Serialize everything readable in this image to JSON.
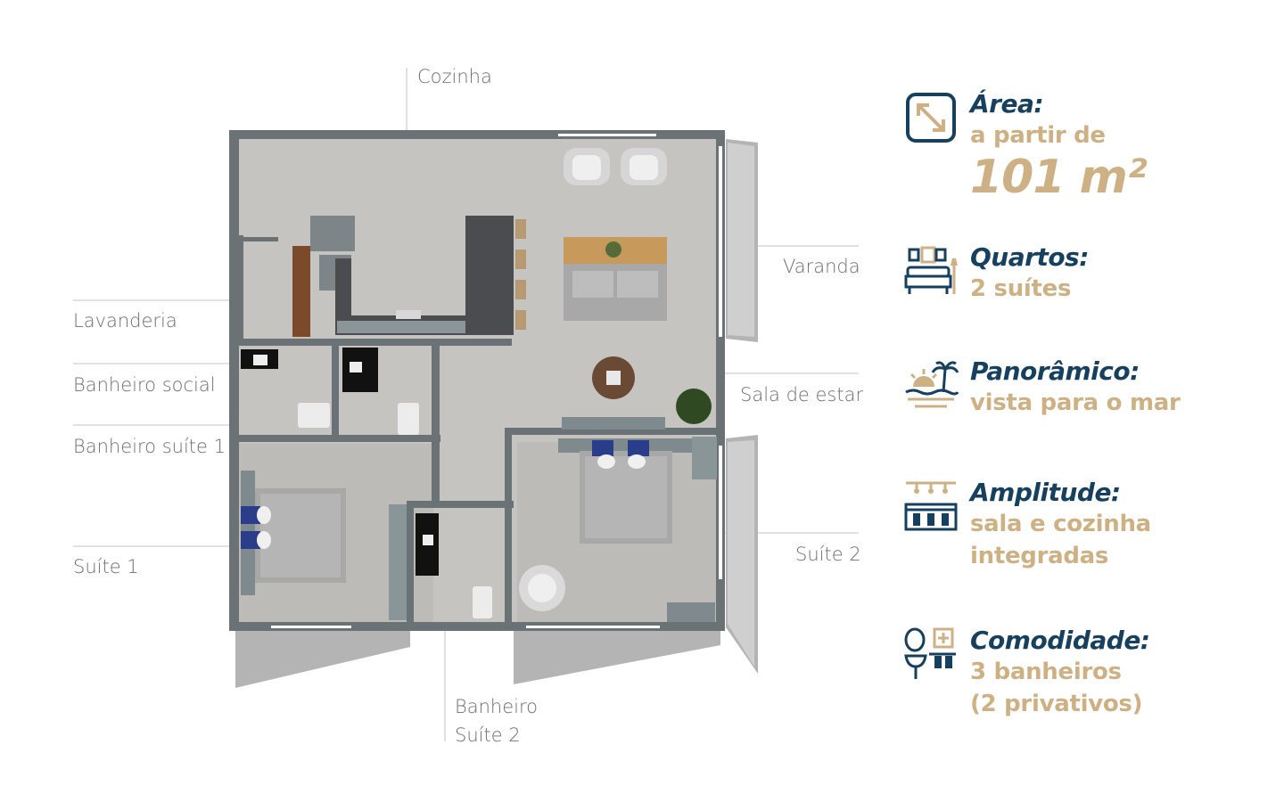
{
  "rooms": {
    "cozinha": "Cozinha",
    "varanda": "Varanda",
    "lavanderia": "Lavanderia",
    "banheiro_social": "Banheiro social",
    "banheiro_suite1": "Banheiro suíte 1",
    "sala_de_estar": "Sala de estar",
    "suite1": "Suíte 1",
    "suite2": "Suíte 2",
    "banheiro_suite2_line1": "Banheiro",
    "banheiro_suite2_line2": "Suíte 2"
  },
  "features": [
    {
      "icon": "area-arrows-icon",
      "title": "Área:",
      "sub": "a partir de",
      "big": "101 m²"
    },
    {
      "icon": "bedroom-icon",
      "title": "Quartos:",
      "sub": "2 suítes"
    },
    {
      "icon": "sea-view-icon",
      "title": "Panorâmico:",
      "sub": "vista para o mar"
    },
    {
      "icon": "kitchen-counter-icon",
      "title": "Amplitude:",
      "sub1": "sala e cozinha",
      "sub2": "integradas"
    },
    {
      "icon": "bathroom-icon",
      "title": "Comodidade:",
      "sub1": "3 banheiros",
      "sub2": "(2 privativos)"
    }
  ],
  "colors": {
    "navy": "#17405e",
    "gold": "#cdb184",
    "wall": "#6b7276",
    "floor": "#c4c2c0"
  }
}
